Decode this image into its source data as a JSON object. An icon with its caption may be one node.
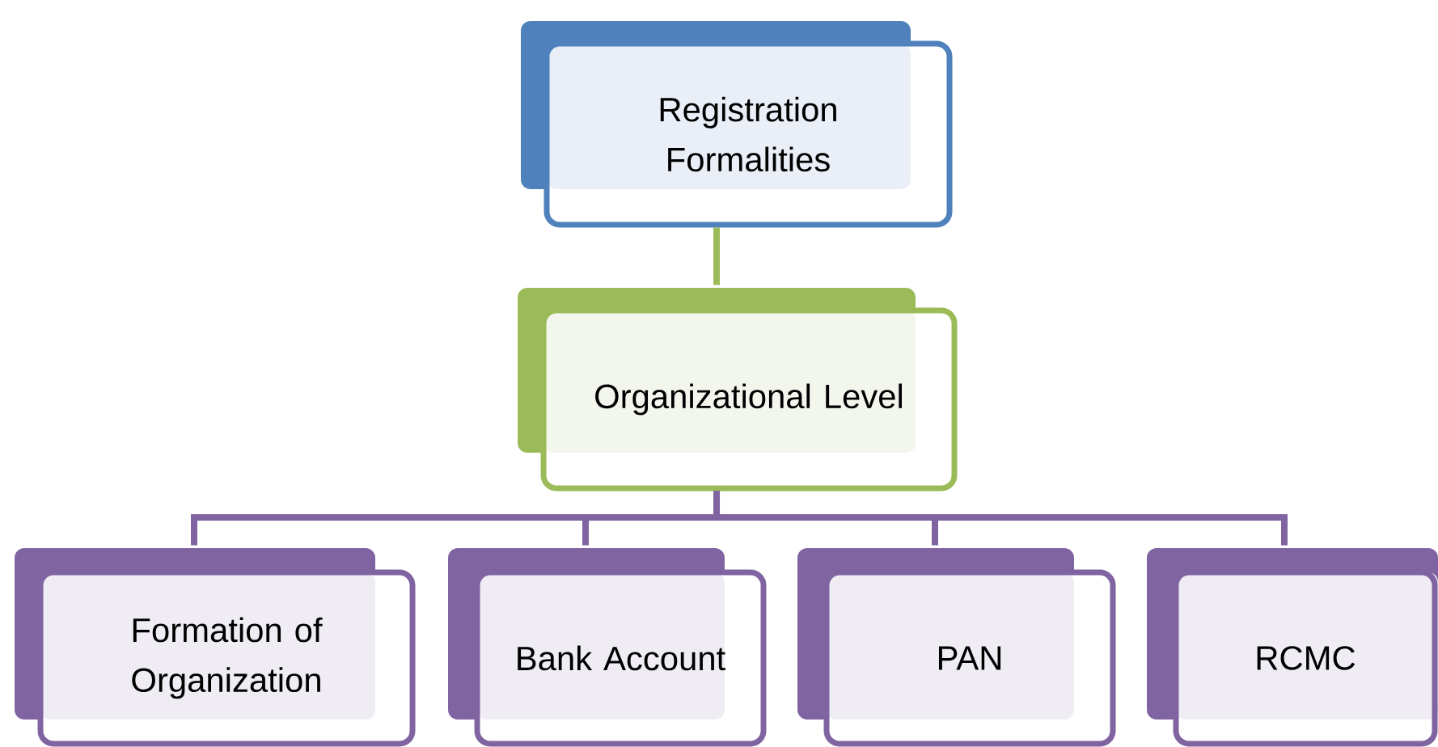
{
  "diagram": {
    "nodes": [
      {
        "text": [
          "Registration Formalities"
        ]
      },
      {
        "text": [
          "Organizational Level"
        ]
      },
      {
        "text": [
          "Formation of Organization"
        ]
      },
      {
        "text": [
          "Bank Account"
        ]
      },
      {
        "text": [
          "PAN"
        ]
      },
      {
        "text": [
          "RCMC"
        ]
      }
    ],
    "edges": [
      {
        "from": 0,
        "to": 1,
        "arrow": "none",
        "color": "#9bbb59"
      },
      {
        "from": 1,
        "to": 2,
        "arrow": "none"
      },
      {
        "from": 1,
        "to": 3,
        "arrow": "none"
      },
      {
        "from": 1,
        "to": 4,
        "arrow": "none"
      },
      {
        "from": 1,
        "to": 5,
        "arrow": "none"
      }
    ]
  }
}
